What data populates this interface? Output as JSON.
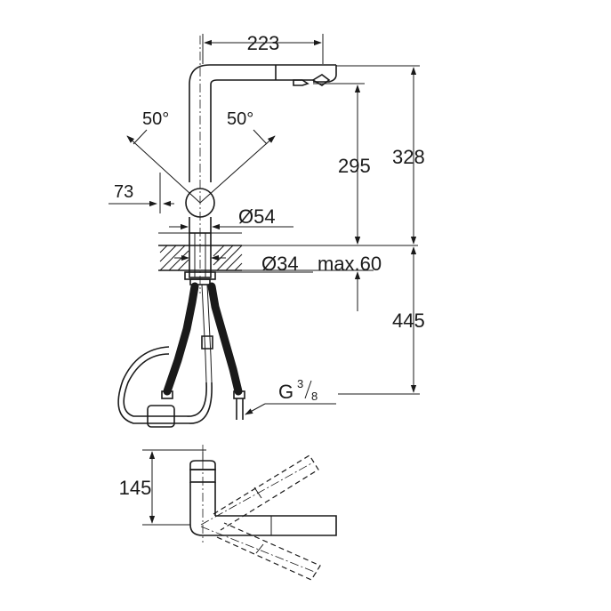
{
  "dimensions": {
    "spout_reach": "223",
    "swivel_left": "50°",
    "swivel_right": "50°",
    "offset": "73",
    "base_diameter": "Ø54",
    "outlet_height": "295",
    "total_height": "328",
    "hole_diameter": "Ø34",
    "max_thickness": "max.60",
    "hose_length": "445",
    "connection_thread": "G",
    "thread_numerator": "3",
    "thread_denominator": "8",
    "top_view_depth": "145"
  }
}
